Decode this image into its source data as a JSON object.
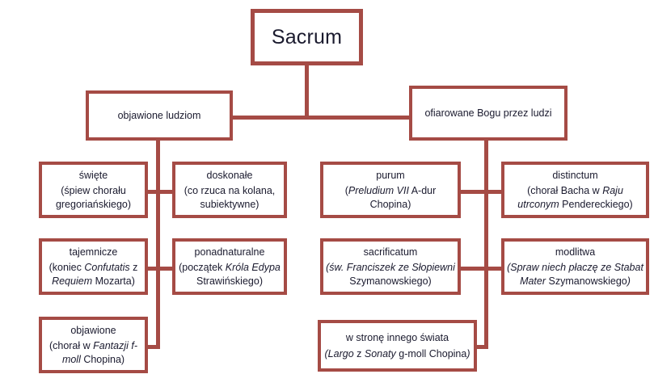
{
  "diagram": {
    "theme": {
      "border_color": "#a54b45",
      "line_color": "#a54b45",
      "text_color": "#1a1a2e",
      "background": "#ffffff"
    },
    "root": {
      "label": "Sacrum"
    },
    "branches": [
      {
        "id": "objawione-ludziom",
        "label": "objawione ludziom",
        "children": [
          {
            "id": "swiete",
            "title": "święte",
            "sub_parts": [
              {
                "text": "(śpiew chorału gregoriańskiego)",
                "italic": false
              }
            ],
            "sub_plain": "(śpiew chorału gregoriańskiego)"
          },
          {
            "id": "doskonale",
            "title": "doskonałe",
            "sub_parts": [
              {
                "text": "(co rzuca na kolana, subiektywne)",
                "italic": false
              }
            ],
            "sub_plain": "(co rzuca na kolana, subiektywne)"
          },
          {
            "id": "tajemnicze",
            "title": "tajemnicze",
            "sub_parts": [
              {
                "text": "(koniec ",
                "italic": false
              },
              {
                "text": "Confutatis",
                "italic": true
              },
              {
                "text": " z ",
                "italic": false
              },
              {
                "text": "Requiem",
                "italic": true
              },
              {
                "text": " Mozarta)",
                "italic": false
              }
            ],
            "sub_plain": "(koniec Confutatis z Requiem Mozarta)"
          },
          {
            "id": "ponadnaturalne",
            "title": "ponadnaturalne",
            "sub_parts": [
              {
                "text": "(początek ",
                "italic": false
              },
              {
                "text": "Króla Edypa",
                "italic": true
              },
              {
                "text": " Strawińskiego)",
                "italic": false
              }
            ],
            "sub_plain": "(początek Króla Edypa Strawińskiego)"
          },
          {
            "id": "objawione",
            "title": "objawione",
            "sub_parts": [
              {
                "text": "(chorał w ",
                "italic": false
              },
              {
                "text": "Fantazji f-moll",
                "italic": true
              },
              {
                "text": " Chopina)",
                "italic": false
              }
            ],
            "sub_plain": "(chorał w Fantazji f-moll Chopina)"
          }
        ]
      },
      {
        "id": "ofiarowane-bogu-przez-ludzi",
        "label": "ofiarowane Bogu przez ludzi",
        "children": [
          {
            "id": "purum",
            "title": "purum",
            "sub_parts": [
              {
                "text": "(",
                "italic": false
              },
              {
                "text": "Preludium VII",
                "italic": true
              },
              {
                "text": " A-dur Chopina)",
                "italic": false
              }
            ],
            "sub_plain": "(Preludium VII A-dur Chopina)"
          },
          {
            "id": "distinctum",
            "title": "distinctum",
            "sub_parts": [
              {
                "text": "(chorał Bacha w ",
                "italic": false
              },
              {
                "text": "Raju utrconym",
                "italic": true
              },
              {
                "text": " Pendereckiego)",
                "italic": false
              }
            ],
            "sub_plain": "(chorał Bacha w Raju utrconym Pendereckiego)"
          },
          {
            "id": "sacrificatum",
            "title": "sacrificatum",
            "sub_parts": [
              {
                "text": "(św. Franciszek ze Słopiewni",
                "italic": true
              },
              {
                "text": " Szymanowskiego)",
                "italic": false
              }
            ],
            "sub_plain": "(św. Franciszek ze Słopiewni Szymanowskiego)"
          },
          {
            "id": "modlitwa",
            "title": "modlitwa",
            "sub_parts": [
              {
                "text": "(Spraw niech płaczę ze Stabat Mater",
                "italic": true
              },
              {
                "text": " Szymanowskiego",
                "italic": false
              },
              {
                "text": ")",
                "italic": true
              }
            ],
            "sub_plain": "(Spraw niech płaczę ze Stabat Mater Szymanowskiego)"
          },
          {
            "id": "w-strone-innego-swiata",
            "title": "w stronę innego świata",
            "sub_parts": [
              {
                "text": "(",
                "italic": true
              },
              {
                "text": "Largo",
                "italic": true
              },
              {
                "text": " z ",
                "italic": false
              },
              {
                "text": "Sonaty",
                "italic": true
              },
              {
                "text": " g-moll Chopina",
                "italic": false
              },
              {
                "text": ")",
                "italic": true
              }
            ],
            "sub_plain": "(Largo z Sonaty g-moll Chopina)"
          }
        ]
      }
    ]
  }
}
